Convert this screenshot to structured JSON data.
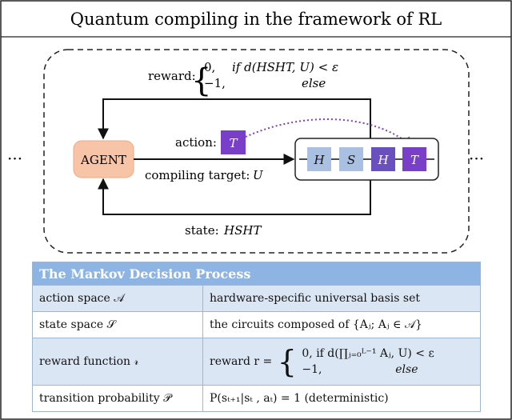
{
  "title": "Quantum compiling in the framework of RL",
  "ellipsis": "···",
  "loop": {
    "reward_prefix": "reward:",
    "reward_case1_value": "0,",
    "reward_case1_cond": "if d(HSHT, U) < ε",
    "reward_case2_value": "−1,",
    "reward_case2_cond": "else",
    "agent_label": "AGENT",
    "action_label": "action:",
    "action_gate": "T",
    "target_label": "compiling target:",
    "target_symbol": "U",
    "state_label": "state:",
    "state_value": "HSHT",
    "circuit_gates": [
      "H",
      "S",
      "H",
      "T"
    ]
  },
  "colors": {
    "agent_fill": "#f8c4a8",
    "gate_light": "#a9c0e3",
    "gate_dark": "#6a4fbf",
    "gate_action": "#7a3fc8",
    "header_blue": "#8eb4e3",
    "row_tint": "#dbe6f4"
  },
  "mdp": {
    "header": "The Markov Decision Process",
    "rows": [
      {
        "key": "action space 𝒜",
        "value": "hardware-specific universal basis set"
      },
      {
        "key": "state space 𝒮",
        "value": "the circuits composed of {Aⱼ; Aⱼ ∈ 𝒜}"
      },
      {
        "key": "reward function 𝓇",
        "value_prefix": "reward r =",
        "case1": "0, if d(∏ⱼ₌₀ᴸ⁻¹ Aⱼ, U) < ε",
        "case2": "−1,",
        "case2_cond": "else"
      },
      {
        "key": "transition probability 𝒫",
        "value": "P(sₜ₊₁|sₜ , aₜ) = 1 (deterministic)"
      }
    ]
  }
}
